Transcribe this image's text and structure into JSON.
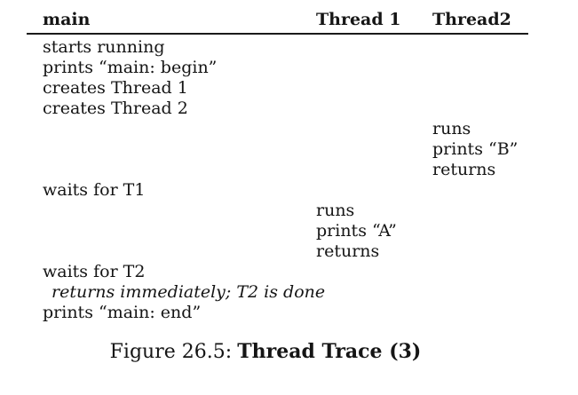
{
  "figure": {
    "caption_prefix": "Figure 26.5:",
    "caption_title": "Thread Trace (3)"
  },
  "table": {
    "columns": [
      {
        "label": "main"
      },
      {
        "label": "Thread 1"
      },
      {
        "label": "Thread2"
      }
    ],
    "rows": [
      {
        "col": 0,
        "text": "starts running"
      },
      {
        "col": 0,
        "text": "prints “main: begin”"
      },
      {
        "col": 0,
        "text": "creates Thread 1"
      },
      {
        "col": 0,
        "text": "creates Thread 2"
      },
      {
        "col": 2,
        "text": "runs"
      },
      {
        "col": 2,
        "text": "prints “B”"
      },
      {
        "col": 2,
        "text": "returns"
      },
      {
        "col": 0,
        "text": "waits for T1"
      },
      {
        "col": 1,
        "text": "runs"
      },
      {
        "col": 1,
        "text": "prints “A”"
      },
      {
        "col": 1,
        "text": "returns"
      },
      {
        "col": 0,
        "text": "waits for T2"
      },
      {
        "col": 0,
        "text": "returns immediately; T2 is done",
        "style": "italic-indent"
      },
      {
        "col": 0,
        "text": "prints “main: end”"
      }
    ]
  },
  "colors": {
    "background": "#ffffff",
    "text": "#151515",
    "rule": "#1a1a1a"
  }
}
